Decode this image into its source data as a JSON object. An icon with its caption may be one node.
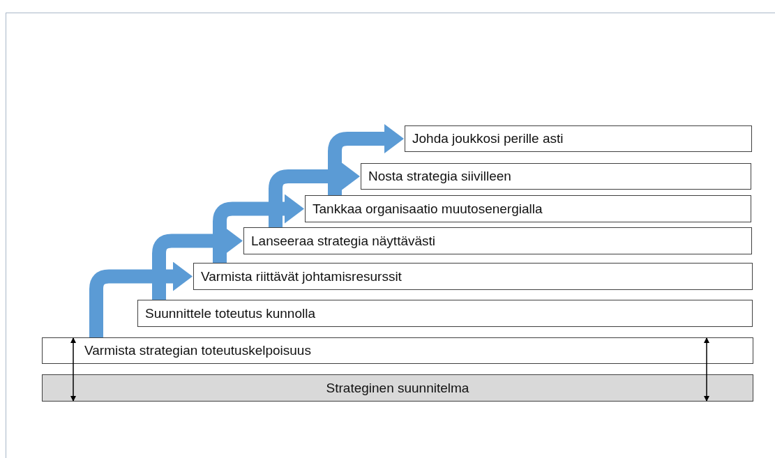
{
  "diagram": {
    "nodes": [
      {
        "text": [
          "Johda joukkosi perille asti"
        ]
      },
      {
        "text": [
          "Nosta strategia siivilleen"
        ]
      },
      {
        "text": [
          "Tankkaa organisaatio muutosenergialla"
        ]
      },
      {
        "text": [
          "Lanseeraa strategia näyttävästi"
        ]
      },
      {
        "text": [
          "Varmista riittävät johtamisresurssit"
        ]
      },
      {
        "text": [
          "Suunnittele toteutus kunnolla"
        ]
      },
      {
        "text": [
          "Varmista strategian toteutuskelpoisuus"
        ]
      },
      {
        "text": [
          "Strateginen suunnitelma"
        ]
      }
    ],
    "edges": [
      {
        "from": 6,
        "to": 4,
        "arrow": "to"
      },
      {
        "from": 5,
        "to": 3,
        "arrow": "to"
      },
      {
        "from": 4,
        "to": 2,
        "arrow": "to"
      },
      {
        "from": 3,
        "to": 1,
        "arrow": "to"
      },
      {
        "from": 2,
        "to": 0,
        "arrow": "to"
      },
      {
        "from": 6,
        "to": 7,
        "arrow": "both",
        "color": "#000000"
      },
      {
        "from": 6,
        "to": 7,
        "arrow": "both",
        "color": "#000000"
      }
    ]
  }
}
